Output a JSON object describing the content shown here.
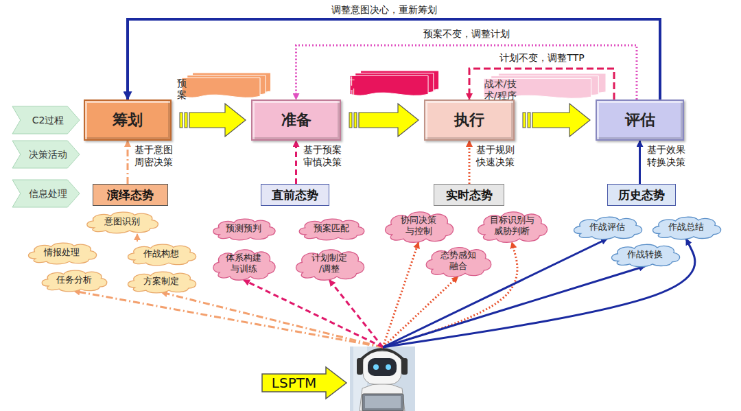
{
  "diagram": {
    "nodes": [
      {
        "text": [
          "C2过程"
        ]
      },
      {
        "text": [
          "筹划"
        ]
      },
      {
        "text": [
          "准备"
        ]
      },
      {
        "text": [
          "执行"
        ]
      },
      {
        "text": [
          "评估"
        ]
      },
      {
        "text": [
          "预案"
        ]
      },
      {
        "text": [
          "计划"
        ]
      },
      {
        "text": [
          "战术/技术/程序"
        ]
      },
      {
        "text": [
          "决策活动"
        ]
      },
      {
        "text": [
          "信息处理"
        ]
      },
      {
        "text": [
          "演绎态势"
        ]
      },
      {
        "text": [
          "直前态势"
        ]
      },
      {
        "text": [
          "实时态势"
        ]
      },
      {
        "text": [
          "历史态势"
        ]
      },
      {
        "text": [
          "意图识别"
        ]
      },
      {
        "text": [
          "情报处理"
        ]
      },
      {
        "text": [
          "作战构想"
        ]
      },
      {
        "text": [
          "任务分析"
        ]
      },
      {
        "text": [
          "方案制定"
        ]
      },
      {
        "text": [
          "预测预判"
        ]
      },
      {
        "text": [
          "预案匹配"
        ]
      },
      {
        "text": [
          "体系构建 与训练"
        ]
      },
      {
        "text": [
          "计划制定 /调整"
        ]
      },
      {
        "text": [
          "协同决策 与控制"
        ]
      },
      {
        "text": [
          "目标识别与 威胁判断"
        ]
      },
      {
        "text": [
          "态势感知 融合"
        ]
      },
      {
        "text": [
          "作战评估"
        ]
      },
      {
        "text": [
          "作战总结"
        ]
      },
      {
        "text": [
          "作战转换"
        ]
      },
      {
        "text": [
          "LSPTM"
        ]
      }
    ],
    "edges": [
      {
        "from": 1,
        "to": 2,
        "arrow": "to"
      },
      {
        "from": 2,
        "to": 3,
        "arrow": "to"
      },
      {
        "from": 3,
        "to": 4,
        "arrow": "to"
      },
      {
        "from": 4,
        "to": 1,
        "arrow": "to",
        "label": "调整意图决心，重新筹划"
      },
      {
        "from": 4,
        "to": 2,
        "arrow": "to",
        "label": "预案不变，调整计划"
      },
      {
        "from": 4,
        "to": 3,
        "arrow": "to",
        "label": "计划不变，调整TTP"
      },
      {
        "from": 10,
        "to": 1,
        "arrow": "to",
        "label": "基于意图 周密决策"
      },
      {
        "from": 11,
        "to": 2,
        "arrow": "to",
        "label": "基于预案 审慎决策"
      },
      {
        "from": 12,
        "to": 3,
        "arrow": "to",
        "label": "基于规则 快速决策"
      },
      {
        "from": 13,
        "to": 4,
        "arrow": "to",
        "label": "基于效果 转换决策"
      },
      {
        "from": 16,
        "to": 14,
        "arrow": "to"
      },
      {
        "from": 29,
        "to": 17,
        "arrow": "to"
      },
      {
        "from": 29,
        "to": 18,
        "arrow": "to"
      },
      {
        "from": 29,
        "to": 21,
        "arrow": "to"
      },
      {
        "from": 29,
        "to": 22,
        "arrow": "to"
      },
      {
        "from": 29,
        "to": 23,
        "arrow": "to"
      },
      {
        "from": 29,
        "to": 25,
        "arrow": "to"
      },
      {
        "from": 29,
        "to": 24,
        "arrow": "to"
      },
      {
        "from": 29,
        "to": 26,
        "arrow": "to"
      },
      {
        "from": 29,
        "to": 28,
        "arrow": "to"
      },
      {
        "from": 29,
        "to": 27,
        "arrow": "to"
      }
    ]
  }
}
